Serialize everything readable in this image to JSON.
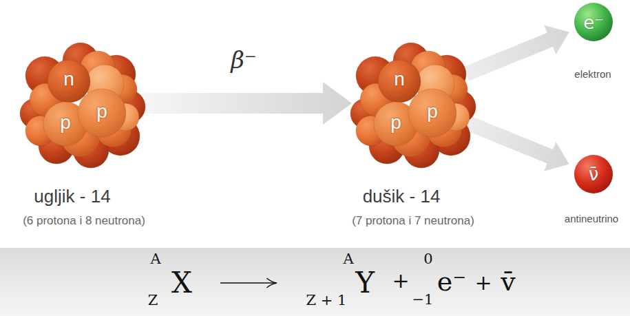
{
  "diagram": {
    "nodes": [
      {
        "text": [
          "n",
          "p",
          "p",
          "ugljik - 14",
          "(6 protona i 8 neutrona)"
        ]
      },
      {
        "text": [
          "n",
          "p",
          "p",
          "dušik - 14",
          "(7 protona i 7 neutrona)"
        ]
      },
      {
        "text": [
          "e⁻",
          "elektron"
        ]
      },
      {
        "text": [
          "ν̄",
          "antineutrino"
        ]
      },
      {
        "text": [
          "A",
          "Z",
          "X",
          "A",
          "Z + 1",
          "Y",
          "+",
          "0",
          "−1",
          "e⁻",
          "+",
          "v̄"
        ]
      }
    ],
    "edges": [
      {
        "from": 0,
        "to": 1,
        "arrow": "to",
        "label": "β⁻"
      },
      {
        "from": 1,
        "to": 2,
        "arrow": "to"
      },
      {
        "from": 1,
        "to": 3,
        "arrow": "to"
      }
    ]
  }
}
